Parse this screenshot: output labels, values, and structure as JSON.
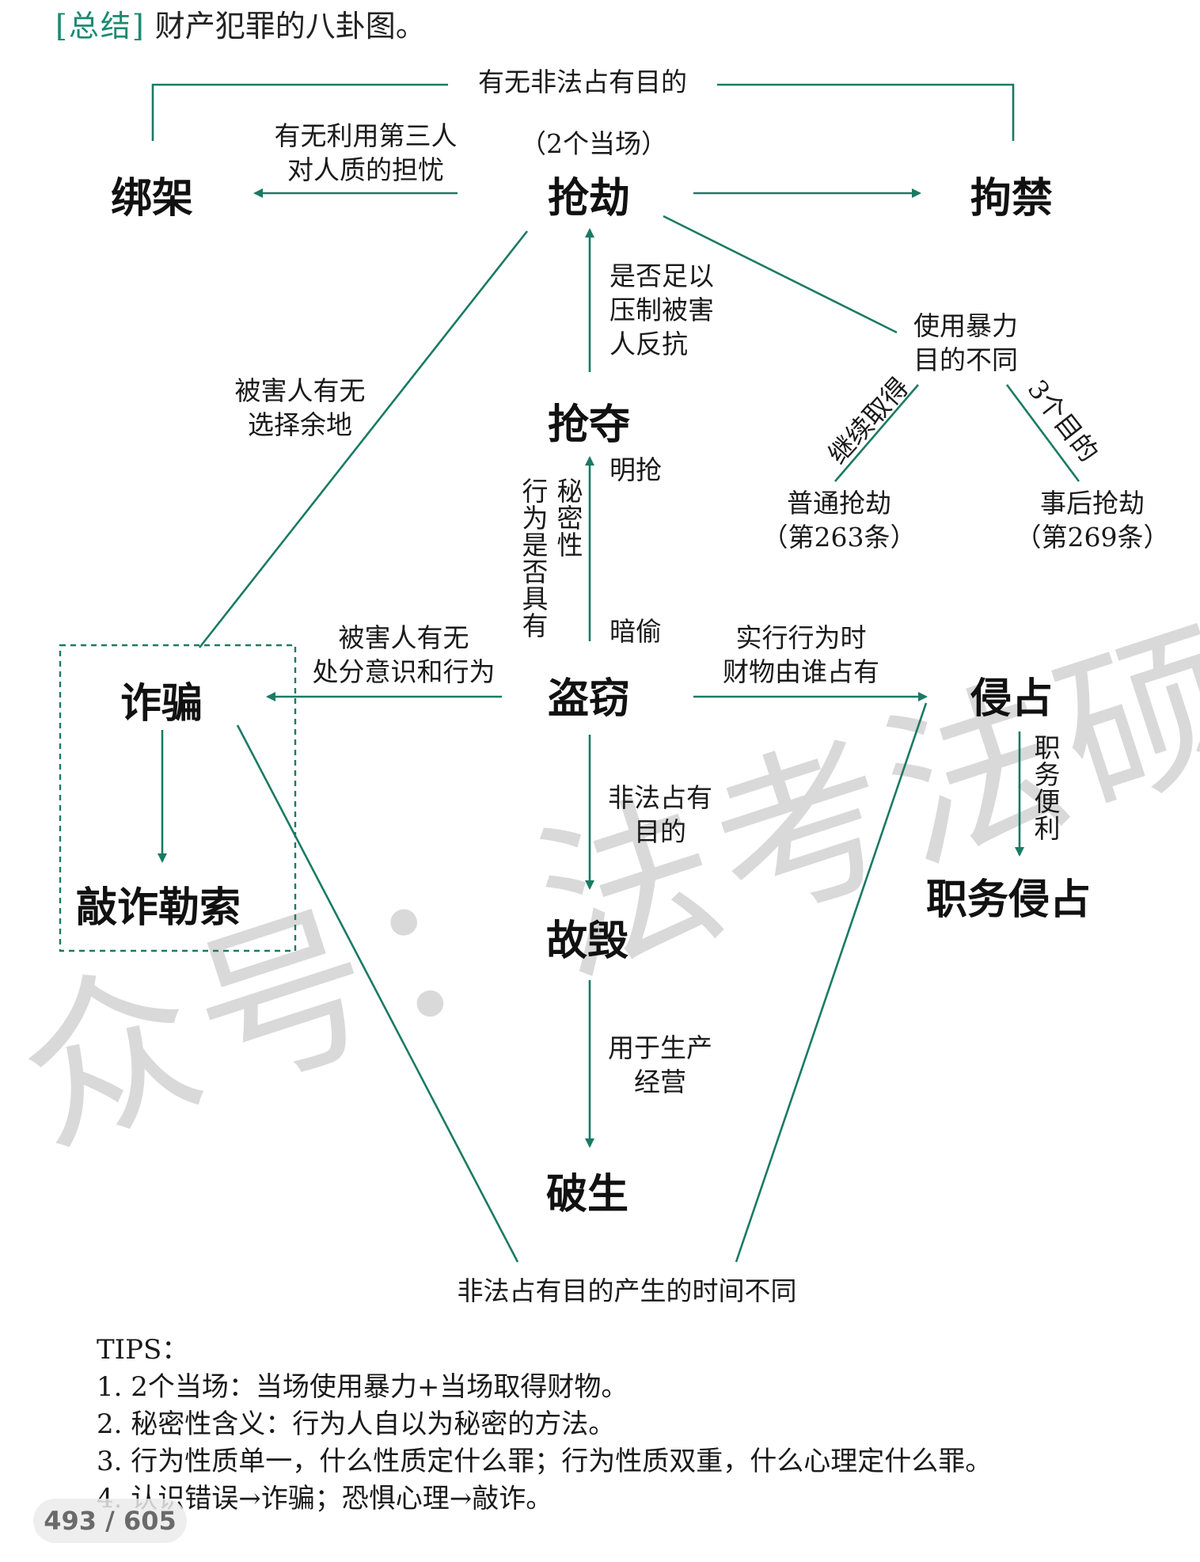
{
  "header": {
    "bracket": "[总结]",
    "title": "财产犯罪的八卦图。"
  },
  "nodes": {
    "bangjia": "绑架",
    "qiangjie": "抢劫",
    "juji": "拘禁",
    "qiangduo": "抢夺",
    "zhapian": "诈骗",
    "daoqie": "盗窃",
    "qinzhan": "侵占",
    "qiaozha": "敲诈勒索",
    "zhiwu": "职务侵占",
    "guhui": "故毁",
    "posheng": "破生"
  },
  "labels": {
    "top": "有无非法占有目的",
    "third_party": [
      "有无利用第三人",
      "对人质的担忧"
    ],
    "two_on_site": "（2个当场）",
    "suppress": [
      "是否足以",
      "压制被害",
      "人反抗"
    ],
    "choice": [
      "被害人有无",
      "选择余地"
    ],
    "violence_purpose": [
      "使用暴力",
      "目的不同"
    ],
    "continue_obtain": "继续取得",
    "three_purposes": "3个目的",
    "ordinary_robbery": [
      "普通抢劫",
      "（第263条）"
    ],
    "ex_post_robbery": [
      "事后抢劫",
      "（第269条）"
    ],
    "overt": "明抢",
    "secrecy": "秘密性",
    "behavior": "行为是否具有",
    "covert": "暗偷",
    "disposal": [
      "被害人有无",
      "处分意识和行为"
    ],
    "possession": [
      "实行行为时",
      "财物由谁占有"
    ],
    "duty": "职务便利",
    "illegal_purpose": [
      "非法占有",
      "目的"
    ],
    "production": [
      "用于生产",
      "经营"
    ],
    "bottom": "非法占有目的产生的时间不同"
  },
  "tips": [
    "TIPS：",
    "1. 2个当场：当场使用暴力+当场取得财物。",
    "2. 秘密性含义：行为人自以为秘密的方法。",
    "3. 行为性质单一，什么性质定什么罪；行为性质双重，什么心理定什么罪。",
    "4. 认识错误→诈骗；恐惧心理→敲诈。"
  ],
  "page_indicator": "493 / 605",
  "watermark": "众号：法考法硕资料",
  "colors": {
    "accent": "#1a7a64",
    "text": "#1a1a1a"
  }
}
